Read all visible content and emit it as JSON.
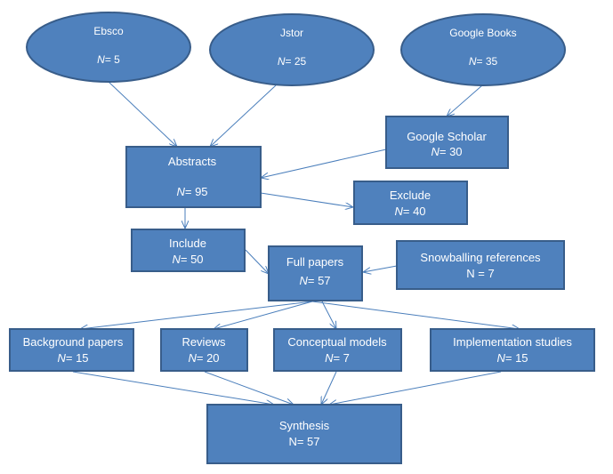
{
  "colors": {
    "fill": "#4F81BD",
    "stroke": "#385D8A",
    "arrow": "#4A7EBB",
    "text": "#FFFFFF"
  },
  "nodes": {
    "ebsco": {
      "title": "Ebsco",
      "n_label": "N",
      "n_value": "= 5"
    },
    "jstor": {
      "title": "Jstor",
      "n_label": "N",
      "n_value": "= 25"
    },
    "google_books": {
      "title": "Google Books",
      "n_label": "N",
      "n_value": "= 35"
    },
    "google_scholar": {
      "title": "Google Scholar",
      "n_label": "N",
      "n_value": "= 30"
    },
    "abstracts": {
      "title": "Abstracts",
      "n_label": "N",
      "n_value": "= 95"
    },
    "exclude": {
      "title": "Exclude",
      "n_label": "N",
      "n_value": "= 40"
    },
    "include": {
      "title": "Include",
      "n_label": "N",
      "n_value": "= 50"
    },
    "full_papers": {
      "title": "Full papers",
      "n_label": "N",
      "n_value": "= 57"
    },
    "snowballing": {
      "title": "Snowballing references",
      "n_text": "N = 7"
    },
    "background": {
      "title": "Background papers",
      "n_label": "N",
      "n_value": "= 15"
    },
    "reviews": {
      "title": "Reviews",
      "n_label": "N",
      "n_value": "= 20"
    },
    "conceptual": {
      "title": "Conceptual models",
      "n_label": "N",
      "n_value": "= 7"
    },
    "implementation": {
      "title": "Implementation studies",
      "n_label": "N",
      "n_value": "= 15"
    },
    "synthesis": {
      "title": "Synthesis",
      "n_text": "N= 57"
    }
  }
}
